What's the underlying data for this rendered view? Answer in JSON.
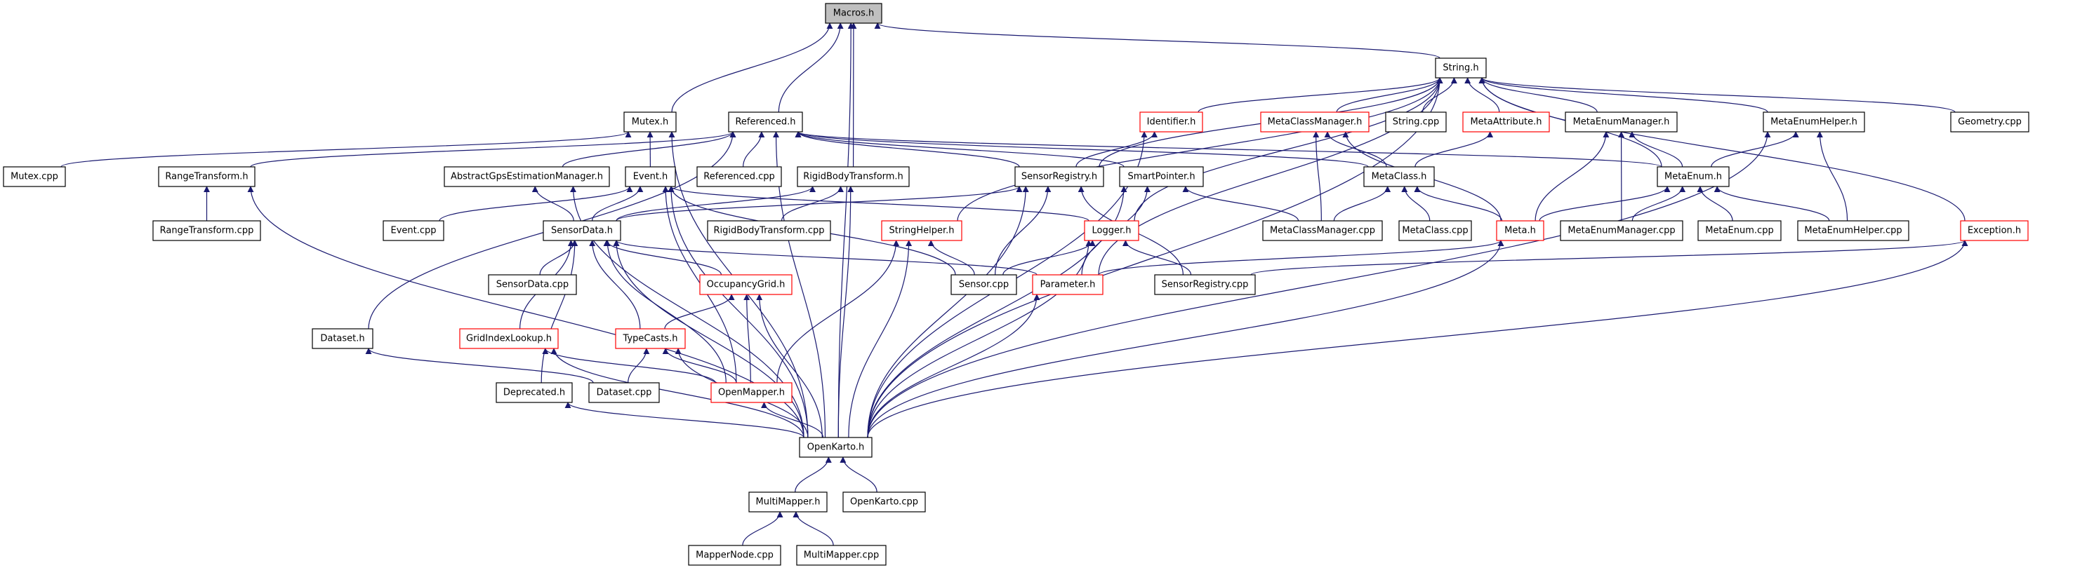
{
  "diagram": {
    "type": "include-dependency-graph",
    "root": "Macros.h",
    "colors": {
      "edge": "#191970",
      "node_border": "#000000",
      "incomplete_border": "#ff0000",
      "root_fill": "#bfbfbf",
      "node_fill": "#ffffff"
    },
    "nodes": [
      {
        "id": "macros_h",
        "label": "Macros.h",
        "root": true
      },
      {
        "id": "string_h",
        "label": "String.h"
      },
      {
        "id": "mutex_h",
        "label": "Mutex.h"
      },
      {
        "id": "referenced_h",
        "label": "Referenced.h"
      },
      {
        "id": "identifier_h",
        "label": "Identifier.h",
        "red": true
      },
      {
        "id": "metaclassmanager_h",
        "label": "MetaClassManager.h",
        "red": true
      },
      {
        "id": "string_cpp",
        "label": "String.cpp"
      },
      {
        "id": "metaattribute_h",
        "label": "MetaAttribute.h",
        "red": true
      },
      {
        "id": "metaenummanager_h",
        "label": "MetaEnumManager.h"
      },
      {
        "id": "metaenumhelper_h",
        "label": "MetaEnumHelper.h"
      },
      {
        "id": "geometry_cpp",
        "label": "Geometry.cpp"
      },
      {
        "id": "mutex_cpp",
        "label": "Mutex.cpp"
      },
      {
        "id": "rangetransform_h",
        "label": "RangeTransform.h"
      },
      {
        "id": "abstractgps_h",
        "label": "AbstractGpsEstimationManager.h"
      },
      {
        "id": "event_h",
        "label": "Event.h"
      },
      {
        "id": "referenced_cpp",
        "label": "Referenced.cpp"
      },
      {
        "id": "rigidbodytransform_h",
        "label": "RigidBodyTransform.h"
      },
      {
        "id": "sensorregistry_h",
        "label": "SensorRegistry.h"
      },
      {
        "id": "smartpointer_h",
        "label": "SmartPointer.h"
      },
      {
        "id": "metaclass_h",
        "label": "MetaClass.h"
      },
      {
        "id": "metaenum_h",
        "label": "MetaEnum.h"
      },
      {
        "id": "rangetransform_cpp",
        "label": "RangeTransform.cpp"
      },
      {
        "id": "event_cpp",
        "label": "Event.cpp"
      },
      {
        "id": "sensordata_h",
        "label": "SensorData.h"
      },
      {
        "id": "rigidbodytransform_cpp",
        "label": "RigidBodyTransform.cpp"
      },
      {
        "id": "stringhelper_h",
        "label": "StringHelper.h",
        "red": true
      },
      {
        "id": "logger_h",
        "label": "Logger.h",
        "red": true
      },
      {
        "id": "metaclassmanager_cpp",
        "label": "MetaClassManager.cpp"
      },
      {
        "id": "metaclass_cpp",
        "label": "MetaClass.cpp"
      },
      {
        "id": "meta_h",
        "label": "Meta.h",
        "red": true
      },
      {
        "id": "metaenummanager_cpp",
        "label": "MetaEnumManager.cpp"
      },
      {
        "id": "metaenum_cpp",
        "label": "MetaEnum.cpp"
      },
      {
        "id": "metaenumhelper_cpp",
        "label": "MetaEnumHelper.cpp"
      },
      {
        "id": "exception_h",
        "label": "Exception.h",
        "red": true
      },
      {
        "id": "sensordata_cpp",
        "label": "SensorData.cpp"
      },
      {
        "id": "occupancygrid_h",
        "label": "OccupancyGrid.h",
        "red": true
      },
      {
        "id": "sensor_cpp",
        "label": "Sensor.cpp"
      },
      {
        "id": "parameter_h",
        "label": "Parameter.h",
        "red": true
      },
      {
        "id": "sensorregistry_cpp",
        "label": "SensorRegistry.cpp"
      },
      {
        "id": "dataset_h",
        "label": "Dataset.h"
      },
      {
        "id": "gridindexlookup_h",
        "label": "GridIndexLookup.h",
        "red": true
      },
      {
        "id": "typecasts_h",
        "label": "TypeCasts.h",
        "red": true
      },
      {
        "id": "deprecated_h",
        "label": "Deprecated.h"
      },
      {
        "id": "dataset_cpp",
        "label": "Dataset.cpp"
      },
      {
        "id": "openmapper_h",
        "label": "OpenMapper.h",
        "red": true
      },
      {
        "id": "openkarto_h",
        "label": "OpenKarto.h"
      },
      {
        "id": "multimapper_h",
        "label": "MultiMapper.h"
      },
      {
        "id": "openkarto_cpp",
        "label": "OpenKarto.cpp"
      },
      {
        "id": "mappernode_cpp",
        "label": "MapperNode.cpp"
      },
      {
        "id": "multimapper_cpp",
        "label": "MultiMapper.cpp"
      }
    ],
    "edges": [
      [
        "mutex_h",
        "macros_h"
      ],
      [
        "referenced_h",
        "macros_h"
      ],
      [
        "rigidbodytransform_h",
        "macros_h"
      ],
      [
        "string_h",
        "macros_h"
      ],
      [
        "openkarto_h",
        "macros_h"
      ],
      [
        "identifier_h",
        "string_h"
      ],
      [
        "metaclassmanager_h",
        "string_h"
      ],
      [
        "string_cpp",
        "string_h"
      ],
      [
        "metaattribute_h",
        "string_h"
      ],
      [
        "metaenummanager_h",
        "string_h"
      ],
      [
        "metaenumhelper_h",
        "string_h"
      ],
      [
        "geometry_cpp",
        "string_h"
      ],
      [
        "metaenum_h",
        "string_h"
      ],
      [
        "exception_h",
        "string_h"
      ],
      [
        "stringhelper_h",
        "string_h"
      ],
      [
        "logger_h",
        "string_h"
      ],
      [
        "parameter_h",
        "string_h"
      ],
      [
        "sensorregistry_h",
        "string_h"
      ],
      [
        "openkarto_h",
        "string_h"
      ],
      [
        "mutex_cpp",
        "mutex_h"
      ],
      [
        "event_h",
        "mutex_h"
      ],
      [
        "openkarto_h",
        "mutex_h"
      ],
      [
        "rangetransform_h",
        "referenced_h"
      ],
      [
        "abstractgps_h",
        "referenced_h"
      ],
      [
        "referenced_cpp",
        "referenced_h"
      ],
      [
        "sensorregistry_h",
        "referenced_h"
      ],
      [
        "smartpointer_h",
        "referenced_h"
      ],
      [
        "metaclass_h",
        "referenced_h"
      ],
      [
        "metaenum_h",
        "referenced_h"
      ],
      [
        "dataset_h",
        "referenced_h"
      ],
      [
        "openkarto_h",
        "referenced_h"
      ],
      [
        "sensorregistry_h",
        "identifier_h"
      ],
      [
        "openkarto_h",
        "identifier_h"
      ],
      [
        "metaclass_h",
        "metaclassmanager_h"
      ],
      [
        "metaclassmanager_cpp",
        "metaclassmanager_h"
      ],
      [
        "meta_h",
        "metaclassmanager_h"
      ],
      [
        "metaclass_h",
        "metaattribute_h"
      ],
      [
        "metaenum_h",
        "metaenummanager_h"
      ],
      [
        "meta_h",
        "metaenummanager_h"
      ],
      [
        "metaenummanager_cpp",
        "metaenummanager_h"
      ],
      [
        "metaenum_h",
        "metaenumhelper_h"
      ],
      [
        "metaenumhelper_cpp",
        "metaenumhelper_h"
      ],
      [
        "openkarto_h",
        "metaenumhelper_h"
      ],
      [
        "rangetransform_cpp",
        "rangetransform_h"
      ],
      [
        "openkarto_h",
        "rangetransform_h"
      ],
      [
        "sensordata_h",
        "abstractgps_h"
      ],
      [
        "openkarto_h",
        "abstractgps_h"
      ],
      [
        "event_cpp",
        "event_h"
      ],
      [
        "sensordata_h",
        "event_h"
      ],
      [
        "sensor_cpp",
        "event_h"
      ],
      [
        "openmapper_h",
        "event_h"
      ],
      [
        "logger_h",
        "event_h"
      ],
      [
        "openkarto_h",
        "event_h"
      ],
      [
        "rigidbodytransform_cpp",
        "rigidbodytransform_h"
      ],
      [
        "sensordata_h",
        "rigidbodytransform_h"
      ],
      [
        "openkarto_h",
        "rigidbodytransform_h"
      ],
      [
        "sensor_cpp",
        "sensorregistry_h"
      ],
      [
        "sensorregistry_cpp",
        "sensorregistry_h"
      ],
      [
        "sensordata_h",
        "sensorregistry_h"
      ],
      [
        "openkarto_h",
        "sensorregistry_h"
      ],
      [
        "parameter_h",
        "smartpointer_h"
      ],
      [
        "metaclassmanager_cpp",
        "smartpointer_h"
      ],
      [
        "openkarto_h",
        "smartpointer_h"
      ],
      [
        "metaclassmanager_cpp",
        "metaclass_h"
      ],
      [
        "metaclass_cpp",
        "metaclass_h"
      ],
      [
        "meta_h",
        "metaclass_h"
      ],
      [
        "meta_h",
        "metaenum_h"
      ],
      [
        "metaenummanager_cpp",
        "metaenum_h"
      ],
      [
        "metaenum_cpp",
        "metaenum_h"
      ],
      [
        "metaenumhelper_cpp",
        "metaenum_h"
      ],
      [
        "sensordata_cpp",
        "sensordata_h"
      ],
      [
        "occupancygrid_h",
        "sensordata_h"
      ],
      [
        "gridindexlookup_h",
        "sensordata_h"
      ],
      [
        "typecasts_h",
        "sensordata_h"
      ],
      [
        "deprecated_h",
        "sensordata_h"
      ],
      [
        "openmapper_h",
        "sensordata_h"
      ],
      [
        "openkarto_h",
        "sensordata_h"
      ],
      [
        "parameter_h",
        "sensordata_h"
      ],
      [
        "sensor_cpp",
        "stringhelper_h"
      ],
      [
        "openmapper_h",
        "stringhelper_h"
      ],
      [
        "openkarto_h",
        "stringhelper_h"
      ],
      [
        "sensor_cpp",
        "logger_h"
      ],
      [
        "sensorregistry_cpp",
        "logger_h"
      ],
      [
        "openkarto_h",
        "logger_h"
      ],
      [
        "parameter_h",
        "meta_h"
      ],
      [
        "openkarto_h",
        "meta_h"
      ],
      [
        "sensorregistry_cpp",
        "exception_h"
      ],
      [
        "openkarto_h",
        "exception_h"
      ],
      [
        "typecasts_h",
        "occupancygrid_h"
      ],
      [
        "openmapper_h",
        "occupancygrid_h"
      ],
      [
        "openkarto_h",
        "occupancygrid_h"
      ],
      [
        "openkarto_h",
        "parameter_h"
      ],
      [
        "dataset_cpp",
        "dataset_h"
      ],
      [
        "openmapper_h",
        "gridindexlookup_h"
      ],
      [
        "openkarto_h",
        "gridindexlookup_h"
      ],
      [
        "dataset_cpp",
        "typecasts_h"
      ],
      [
        "openmapper_h",
        "typecasts_h"
      ],
      [
        "openkarto_h",
        "typecasts_h"
      ],
      [
        "openkarto_h",
        "deprecated_h"
      ],
      [
        "openkarto_h",
        "openmapper_h"
      ],
      [
        "multimapper_h",
        "openkarto_h"
      ],
      [
        "openkarto_cpp",
        "openkarto_h"
      ],
      [
        "mappernode_cpp",
        "multimapper_h"
      ],
      [
        "multimapper_cpp",
        "multimapper_h"
      ]
    ]
  }
}
